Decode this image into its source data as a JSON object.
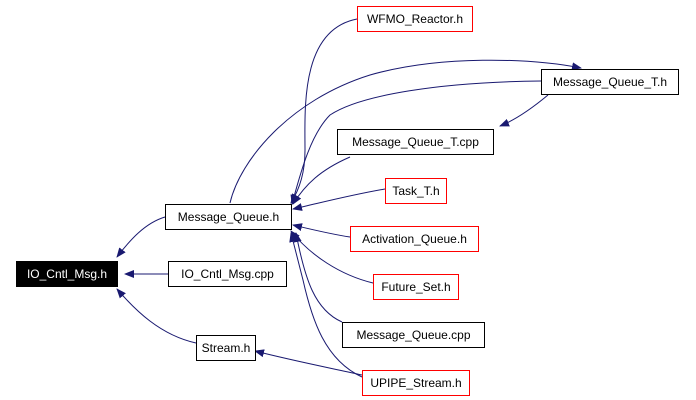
{
  "colors": {
    "edge": "#191970",
    "arrowhead": "#191970",
    "current_fill": "#000000",
    "current_text": "#ffffff",
    "documented_border": "#000000",
    "external_border": "#ff0000",
    "background": "#ffffff"
  },
  "nodes": {
    "io_cntl_msg_h": {
      "label": "IO_Cntl_Msg.h",
      "kind": "current"
    },
    "message_queue_h": {
      "label": "Message_Queue.h",
      "kind": "documented"
    },
    "io_cntl_msg_cpp": {
      "label": "IO_Cntl_Msg.cpp",
      "kind": "documented"
    },
    "stream_h": {
      "label": "Stream.h",
      "kind": "documented"
    },
    "wfmo_reactor_h": {
      "label": "WFMO_Reactor.h",
      "kind": "external"
    },
    "message_queue_t_h": {
      "label": "Message_Queue_T.h",
      "kind": "documented"
    },
    "message_queue_t_cpp": {
      "label": "Message_Queue_T.cpp",
      "kind": "documented"
    },
    "task_t_h": {
      "label": "Task_T.h",
      "kind": "external"
    },
    "activation_queue_h": {
      "label": "Activation_Queue.h",
      "kind": "external"
    },
    "future_set_h": {
      "label": "Future_Set.h",
      "kind": "external"
    },
    "message_queue_cpp": {
      "label": "Message_Queue.cpp",
      "kind": "documented"
    },
    "upipe_stream_h": {
      "label": "UPIPE_Stream.h",
      "kind": "external"
    }
  },
  "edges": [
    {
      "from": "message_queue_h",
      "to": "io_cntl_msg_h"
    },
    {
      "from": "io_cntl_msg_cpp",
      "to": "io_cntl_msg_h"
    },
    {
      "from": "stream_h",
      "to": "io_cntl_msg_h"
    },
    {
      "from": "wfmo_reactor_h",
      "to": "message_queue_h"
    },
    {
      "from": "message_queue_t_h",
      "to": "message_queue_h"
    },
    {
      "from": "message_queue_t_cpp",
      "to": "message_queue_h"
    },
    {
      "from": "task_t_h",
      "to": "message_queue_h"
    },
    {
      "from": "activation_queue_h",
      "to": "message_queue_h"
    },
    {
      "from": "future_set_h",
      "to": "message_queue_h"
    },
    {
      "from": "message_queue_cpp",
      "to": "message_queue_h"
    },
    {
      "from": "upipe_stream_h",
      "to": "message_queue_h"
    },
    {
      "from": "message_queue_h",
      "to": "message_queue_t_h"
    },
    {
      "from": "message_queue_t_h",
      "to": "message_queue_t_cpp"
    },
    {
      "from": "upipe_stream_h",
      "to": "stream_h"
    }
  ]
}
